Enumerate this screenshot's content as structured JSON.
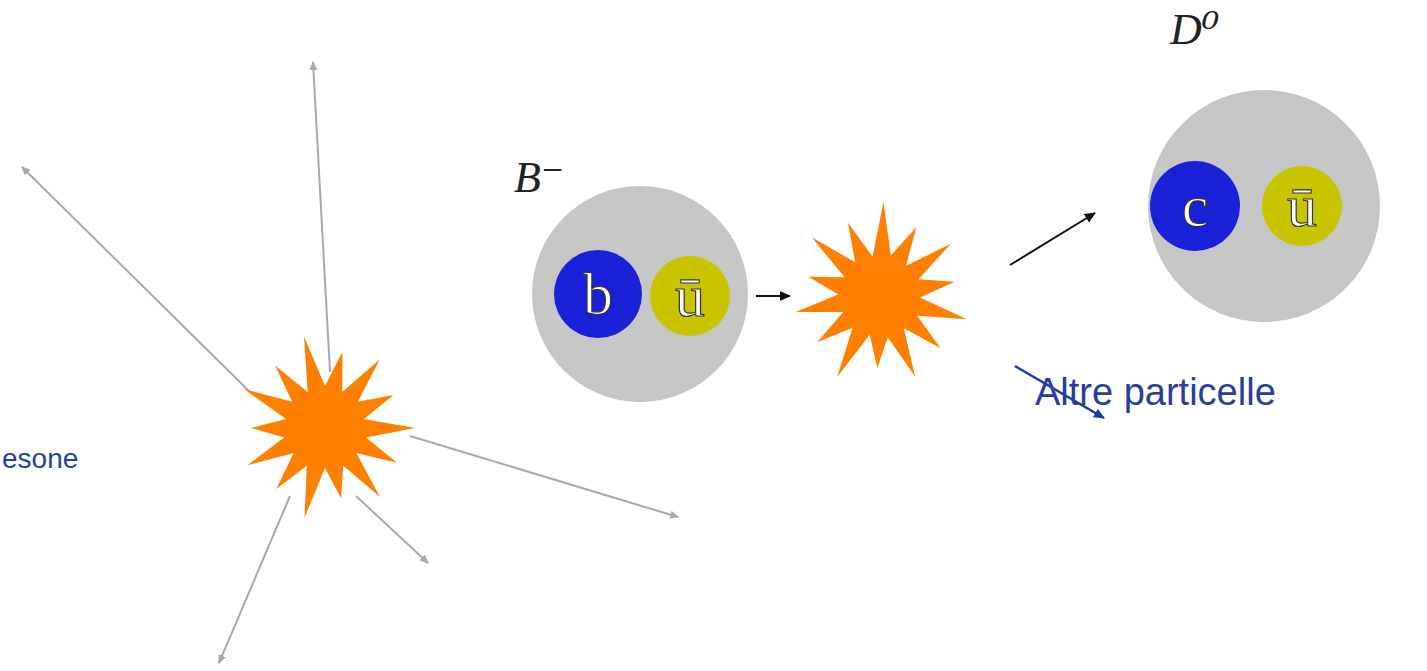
{
  "diagram": {
    "nodes": [
      {
        "text": [
          "B⁻"
        ]
      },
      {
        "text": [
          "b"
        ],
        "in": 0
      },
      {
        "text": [
          "ū"
        ],
        "in": 0
      },
      {
        "text": [
          "D⁰"
        ]
      },
      {
        "text": [
          "c"
        ],
        "in": 3
      },
      {
        "text": [
          "ū"
        ],
        "in": 3
      }
    ],
    "labels": [
      "esone",
      "Altre particelle"
    ]
  }
}
